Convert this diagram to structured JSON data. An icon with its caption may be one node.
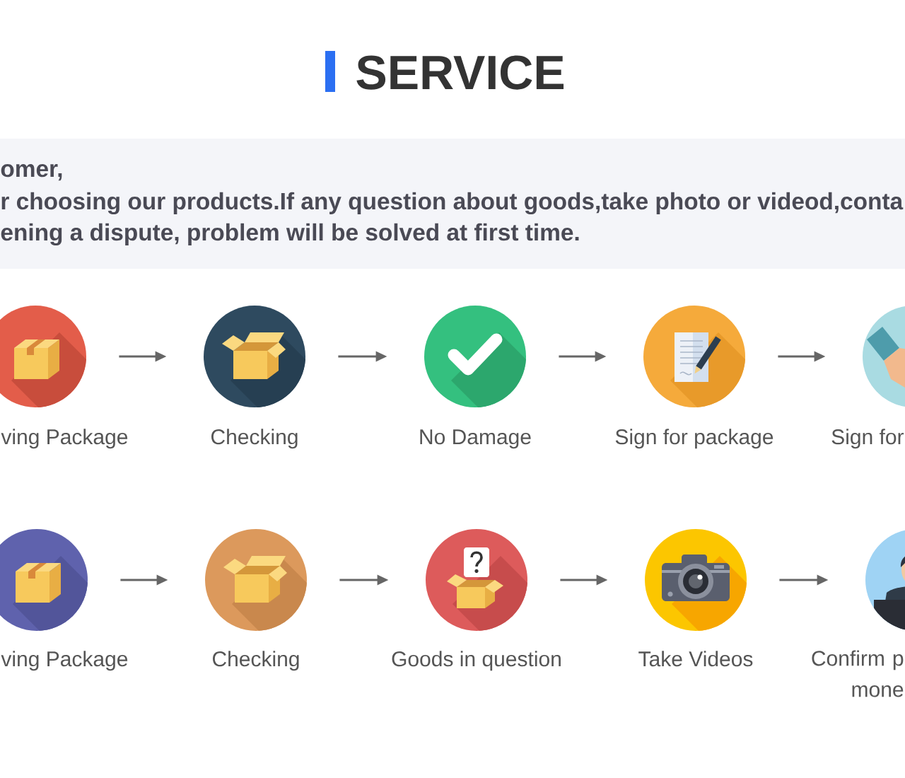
{
  "diagram": {
    "title": "SERVICE",
    "nodes": [
      {
        "text": [
          "omer,",
          "r choosing our products.If any question about goods,take photo or videod,conta",
          "ening a dispute, problem will be solved at first time."
        ]
      },
      {
        "text": [
          "ving Package"
        ]
      },
      {
        "text": [
          "Checking"
        ]
      },
      {
        "text": [
          "No Damage"
        ]
      },
      {
        "text": [
          "Sign for package"
        ]
      },
      {
        "text": [
          "Sign for"
        ]
      },
      {
        "text": [
          "ving Package"
        ]
      },
      {
        "text": [
          "Checking"
        ]
      },
      {
        "text": [
          "Goods in question"
        ]
      },
      {
        "text": [
          "Take Videos"
        ]
      },
      {
        "text": [
          "Confirm p mone"
        ]
      }
    ],
    "edges": [
      {
        "from": 1,
        "to": 2,
        "arrow": "to"
      },
      {
        "from": 2,
        "to": 3,
        "arrow": "to"
      },
      {
        "from": 3,
        "to": 4,
        "arrow": "to"
      },
      {
        "from": 4,
        "to": 5,
        "arrow": "to"
      },
      {
        "from": 6,
        "to": 7,
        "arrow": "to"
      },
      {
        "from": 7,
        "to": 8,
        "arrow": "to"
      },
      {
        "from": 8,
        "to": 9,
        "arrow": "to"
      },
      {
        "from": 9,
        "to": 10,
        "arrow": "to"
      }
    ]
  }
}
